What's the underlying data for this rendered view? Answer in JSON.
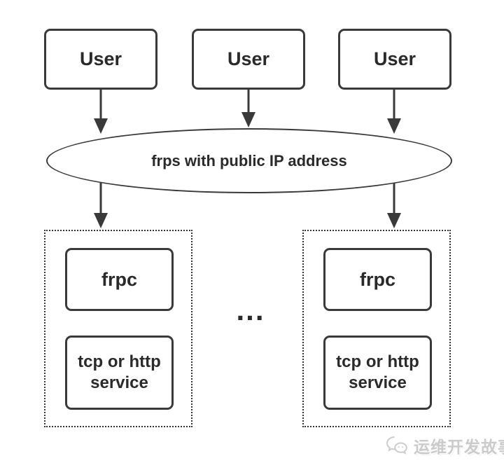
{
  "diagram": {
    "user_nodes": [
      "User",
      "User",
      "User"
    ],
    "server_node": "frps with public IP address",
    "client_groups": [
      {
        "frpc": "frpc",
        "service": "tcp or http service"
      },
      {
        "frpc": "frpc",
        "service": "tcp or http service"
      }
    ],
    "ellipsis": "..."
  },
  "watermark": {
    "text": "运维开发故事",
    "icon": "chat-bubbles-icon"
  },
  "colors": {
    "stroke": "#3a3a3a",
    "text": "#2a2a2a",
    "watermark": "#cbcbcb",
    "background": "#ffffff"
  }
}
